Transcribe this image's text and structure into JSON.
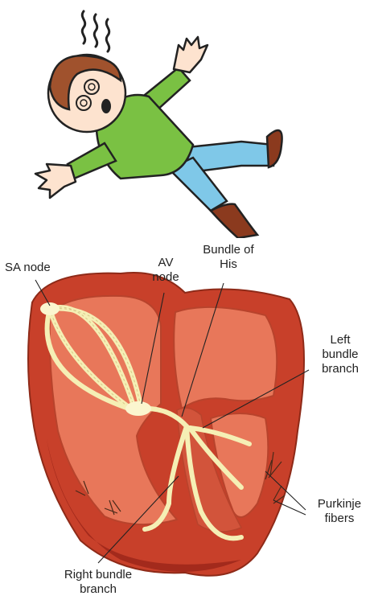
{
  "labels": {
    "sa_node": "SA node",
    "av_node": [
      "AV",
      "node"
    ],
    "bundle_of_his": [
      "Bundle of",
      "His"
    ],
    "left_bundle_branch": [
      "Left",
      "bundle",
      "branch"
    ],
    "purkinje_fibers": [
      "Purkinje",
      "fibers"
    ],
    "right_bundle_branch": [
      "Right bundle",
      "branch"
    ]
  },
  "colors": {
    "shirt": "#7ac143",
    "pants": "#7fc8e8",
    "shoes": "#8b3a1e",
    "hair": "#a0522d",
    "skin": "#fde3cf",
    "heart_outer": "#c8402a",
    "heart_inner": "#e8775a",
    "conduction": "#f5efb5"
  }
}
